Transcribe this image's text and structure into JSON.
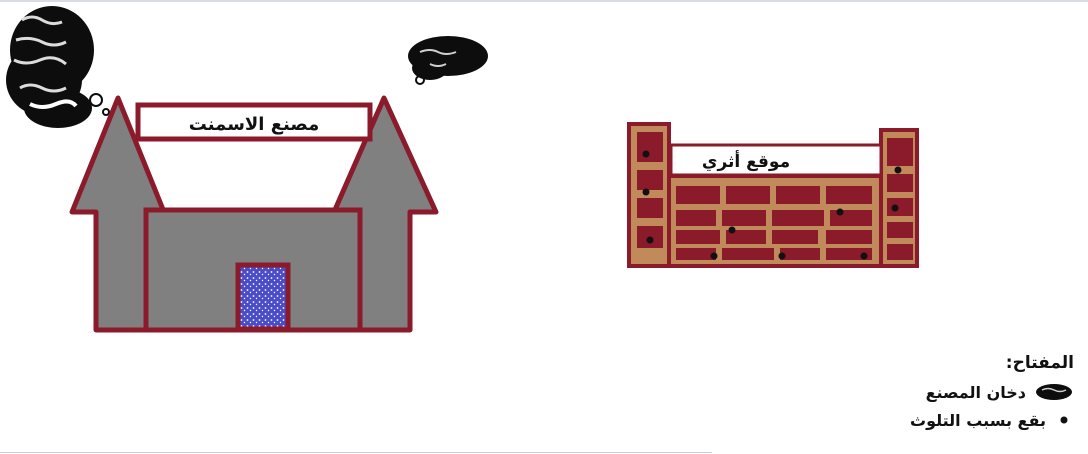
{
  "factory": {
    "sign": "مصنع الاسمنت",
    "colors": {
      "body": "#808080",
      "outline": "#8b1a2b",
      "door": "#4a4cc8"
    }
  },
  "site": {
    "sign": "موقع أثري",
    "colors": {
      "brick": "#8b1a2b",
      "mortar": "#c08a5a"
    }
  },
  "legend": {
    "title": "المفتاح:",
    "smoke_label": "دخان المصنع",
    "smoke_icon": "smoke-cloud-icon",
    "stain_label": "بقع بسبب التلوث",
    "stain_icon": "pollution-stain-icon"
  }
}
